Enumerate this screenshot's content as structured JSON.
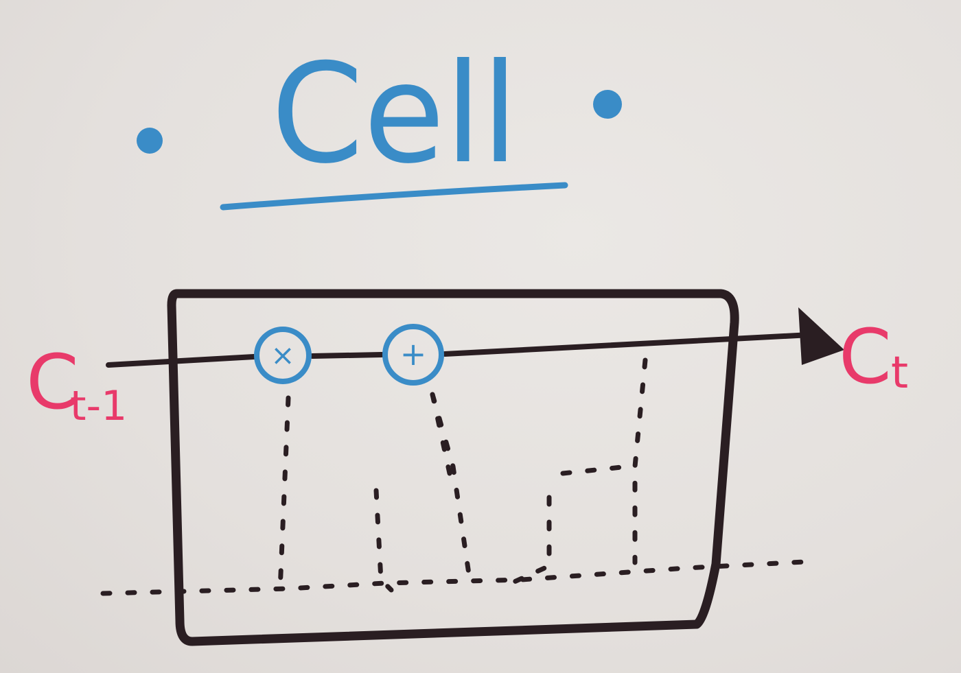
{
  "title": "Cell",
  "labels": {
    "input": "C",
    "input_subscript": "t-1",
    "output": "C",
    "output_subscript": "t"
  },
  "operators": {
    "multiply": "×",
    "add": "+"
  },
  "colors": {
    "blue_marker": "#3a8cc7",
    "pink_marker": "#e83a6a",
    "dark_marker": "#2a1e22",
    "board": "#e6e2df"
  }
}
